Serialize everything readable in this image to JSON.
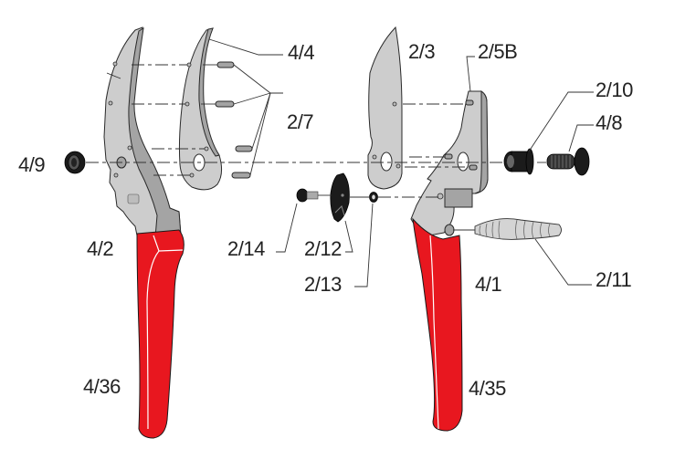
{
  "diagram": {
    "type": "exploded-parts-view",
    "subject": "bypass pruning shears",
    "colors": {
      "handle_red": "#e8171f",
      "metal_gray": "#c8c8c8",
      "metal_dark": "#9a9a9a",
      "outline": "#222222",
      "background": "#ffffff"
    },
    "callouts": [
      {
        "id": "4/4",
        "label": "4/4",
        "part": "anvil-blade"
      },
      {
        "id": "2/7",
        "label": "2/7",
        "part": "rivets"
      },
      {
        "id": "4/9",
        "label": "4/9",
        "part": "lock-nut"
      },
      {
        "id": "4/2",
        "label": "4/2",
        "part": "lower-handle-body"
      },
      {
        "id": "4/36",
        "label": "4/36",
        "part": "lower-handle-cover"
      },
      {
        "id": "2/14",
        "label": "2/14",
        "part": "small-screw"
      },
      {
        "id": "2/12",
        "label": "2/12",
        "part": "sap-groove-plate"
      },
      {
        "id": "2/13",
        "label": "2/13",
        "part": "washer"
      },
      {
        "id": "2/3",
        "label": "2/3",
        "part": "cutting-blade"
      },
      {
        "id": "2/5B",
        "label": "2/5B",
        "part": "blade-holder-pins"
      },
      {
        "id": "2/10",
        "label": "2/10",
        "part": "bushing"
      },
      {
        "id": "4/8",
        "label": "4/8",
        "part": "bolt"
      },
      {
        "id": "4/1",
        "label": "4/1",
        "part": "upper-handle-body"
      },
      {
        "id": "2/11",
        "label": "2/11",
        "part": "spring"
      },
      {
        "id": "4/35",
        "label": "4/35",
        "part": "upper-handle-cover"
      }
    ]
  }
}
